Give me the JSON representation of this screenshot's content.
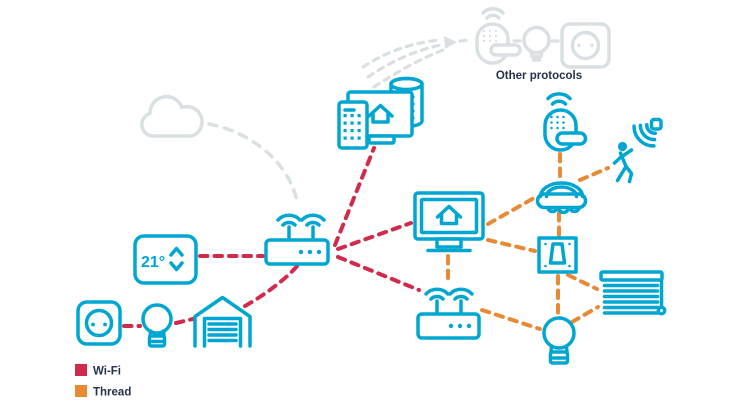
{
  "diagram": {
    "type": "smart-home-network-topology",
    "labels": {
      "other_protocols": "Other protocols",
      "thermostat_temp": "21°"
    },
    "legend": {
      "items": [
        {
          "label": "Wi-Fi",
          "color": "#D02B4B"
        },
        {
          "label": "Thread",
          "color": "#E88A33"
        }
      ]
    },
    "colors": {
      "device": "#00A6D2",
      "wifi_link": "#D02B4B",
      "thread_link": "#E88A33",
      "other_link": "#DADFE2",
      "text": "#273248",
      "background": "#FFFFFF"
    },
    "nodes": [
      {
        "id": "cloud",
        "kind": "cloud",
        "state": "inactive"
      },
      {
        "id": "hub-devices",
        "kind": "smart-display-and-speakers",
        "state": "active"
      },
      {
        "id": "other-lock",
        "kind": "door-lock",
        "state": "inactive"
      },
      {
        "id": "other-bulb",
        "kind": "light-bulb",
        "state": "inactive"
      },
      {
        "id": "other-outlet",
        "kind": "smart-plug",
        "state": "inactive"
      },
      {
        "id": "thermostat",
        "kind": "thermostat",
        "value": "21°",
        "state": "active"
      },
      {
        "id": "router-1",
        "kind": "wifi-router",
        "state": "active"
      },
      {
        "id": "smart-plug",
        "kind": "smart-plug",
        "state": "active"
      },
      {
        "id": "bulb-left",
        "kind": "light-bulb",
        "state": "active"
      },
      {
        "id": "garage-door",
        "kind": "garage-door",
        "state": "active"
      },
      {
        "id": "smart-display",
        "kind": "smart-display",
        "state": "active"
      },
      {
        "id": "router-2",
        "kind": "wifi-router",
        "state": "active"
      },
      {
        "id": "door-lock",
        "kind": "door-lock",
        "state": "active"
      },
      {
        "id": "smoke-detector",
        "kind": "smoke-detector",
        "state": "active"
      },
      {
        "id": "motion-sensor",
        "kind": "motion-sensor",
        "state": "active"
      },
      {
        "id": "light-switch",
        "kind": "light-switch",
        "state": "active"
      },
      {
        "id": "blinds",
        "kind": "window-blinds",
        "state": "active"
      },
      {
        "id": "bulb-right",
        "kind": "light-bulb",
        "state": "active"
      }
    ],
    "links": [
      {
        "from": "thermostat",
        "to": "router-1",
        "protocol": "wifi"
      },
      {
        "from": "smart-plug",
        "to": "bulb-left",
        "protocol": "wifi"
      },
      {
        "from": "bulb-left",
        "to": "garage-door",
        "protocol": "wifi"
      },
      {
        "from": "garage-door",
        "to": "router-1",
        "protocol": "wifi"
      },
      {
        "from": "router-1",
        "to": "hub-devices",
        "protocol": "wifi"
      },
      {
        "from": "router-1",
        "to": "smart-display",
        "protocol": "wifi"
      },
      {
        "from": "router-1",
        "to": "router-2",
        "protocol": "wifi"
      },
      {
        "from": "smart-display",
        "to": "smoke-detector",
        "protocol": "thread"
      },
      {
        "from": "smart-display",
        "to": "light-switch",
        "protocol": "thread"
      },
      {
        "from": "smart-display",
        "to": "router-2",
        "protocol": "thread"
      },
      {
        "from": "door-lock",
        "to": "smoke-detector",
        "protocol": "thread"
      },
      {
        "from": "smoke-detector",
        "to": "motion-sensor",
        "protocol": "thread"
      },
      {
        "from": "smoke-detector",
        "to": "light-switch",
        "protocol": "thread"
      },
      {
        "from": "light-switch",
        "to": "bulb-right",
        "protocol": "thread"
      },
      {
        "from": "light-switch",
        "to": "blinds",
        "protocol": "thread"
      },
      {
        "from": "bulb-right",
        "to": "blinds",
        "protocol": "thread"
      },
      {
        "from": "router-2",
        "to": "bulb-right",
        "protocol": "thread"
      },
      {
        "from": "cloud",
        "to": "router-1",
        "protocol": "other"
      },
      {
        "from": "hub-devices",
        "to": "other-lock",
        "protocol": "other"
      },
      {
        "from": "other-lock",
        "to": "other-bulb",
        "protocol": "other"
      },
      {
        "from": "other-bulb",
        "to": "other-outlet",
        "protocol": "other"
      }
    ]
  }
}
